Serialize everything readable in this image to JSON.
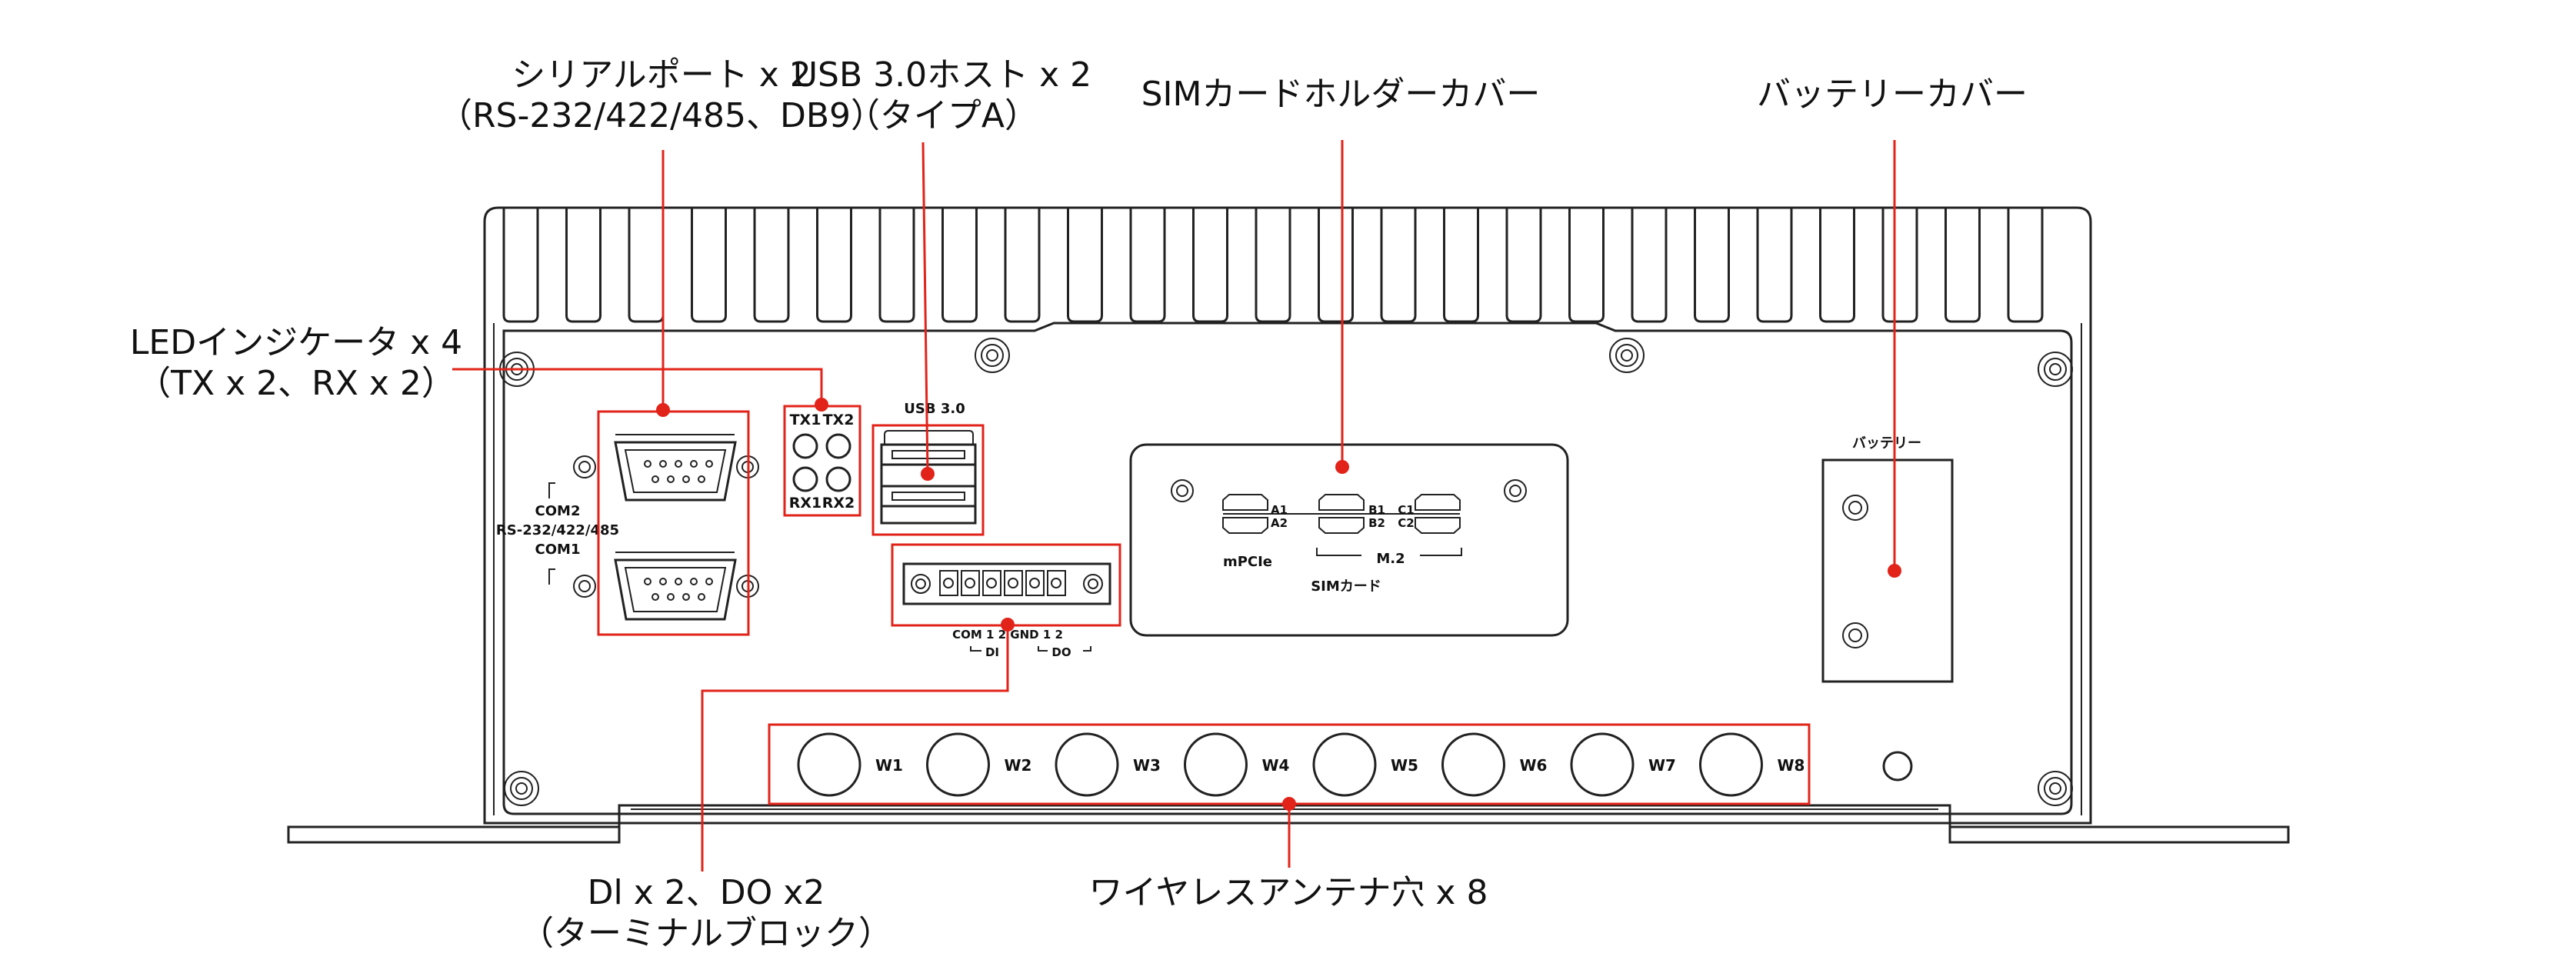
{
  "colors": {
    "accent": "#e2231a",
    "line": "#222222",
    "background": "#ffffff"
  },
  "callouts": {
    "serial": {
      "line1": "シリアルポート x 2",
      "line2": "（RS-232/422/485、DB9）"
    },
    "usb": {
      "line1": "USB 3.0ホスト x 2",
      "line2": "（タイプA）"
    },
    "sim_cover": {
      "line1": "SIMカードホルダーカバー"
    },
    "battery_cover": {
      "line1": "バッテリーカバー"
    },
    "led": {
      "line1": "LEDインジケータ x 4",
      "line2": "（TX x 2、RX x 2）"
    },
    "dio": {
      "line1": "Dl x 2、DO x2",
      "line2": "（ターミナルブロック）"
    },
    "antenna": {
      "line1": "ワイヤレスアンテナ穴 x 8"
    }
  },
  "panel_labels": {
    "com2": "COM2",
    "rs": "RS-232/422/485",
    "com1": "COM1",
    "usb30": "USB 3.0",
    "leds": [
      "TX1",
      "TX2",
      "RX1",
      "RX2"
    ],
    "battery": "バッテリー",
    "terminal_pins": "COM  1  2  GND  1  2",
    "di": "DI",
    "do": "DO",
    "sim_slots": [
      "A1",
      "A2",
      "B1",
      "B2",
      "C1",
      "C2"
    ],
    "mpcie": "mPCIe",
    "m2": "M.2",
    "sim_card": "SIMカード"
  },
  "antennas": [
    "W1",
    "W2",
    "W3",
    "W4",
    "W5",
    "W6",
    "W7",
    "W8"
  ]
}
